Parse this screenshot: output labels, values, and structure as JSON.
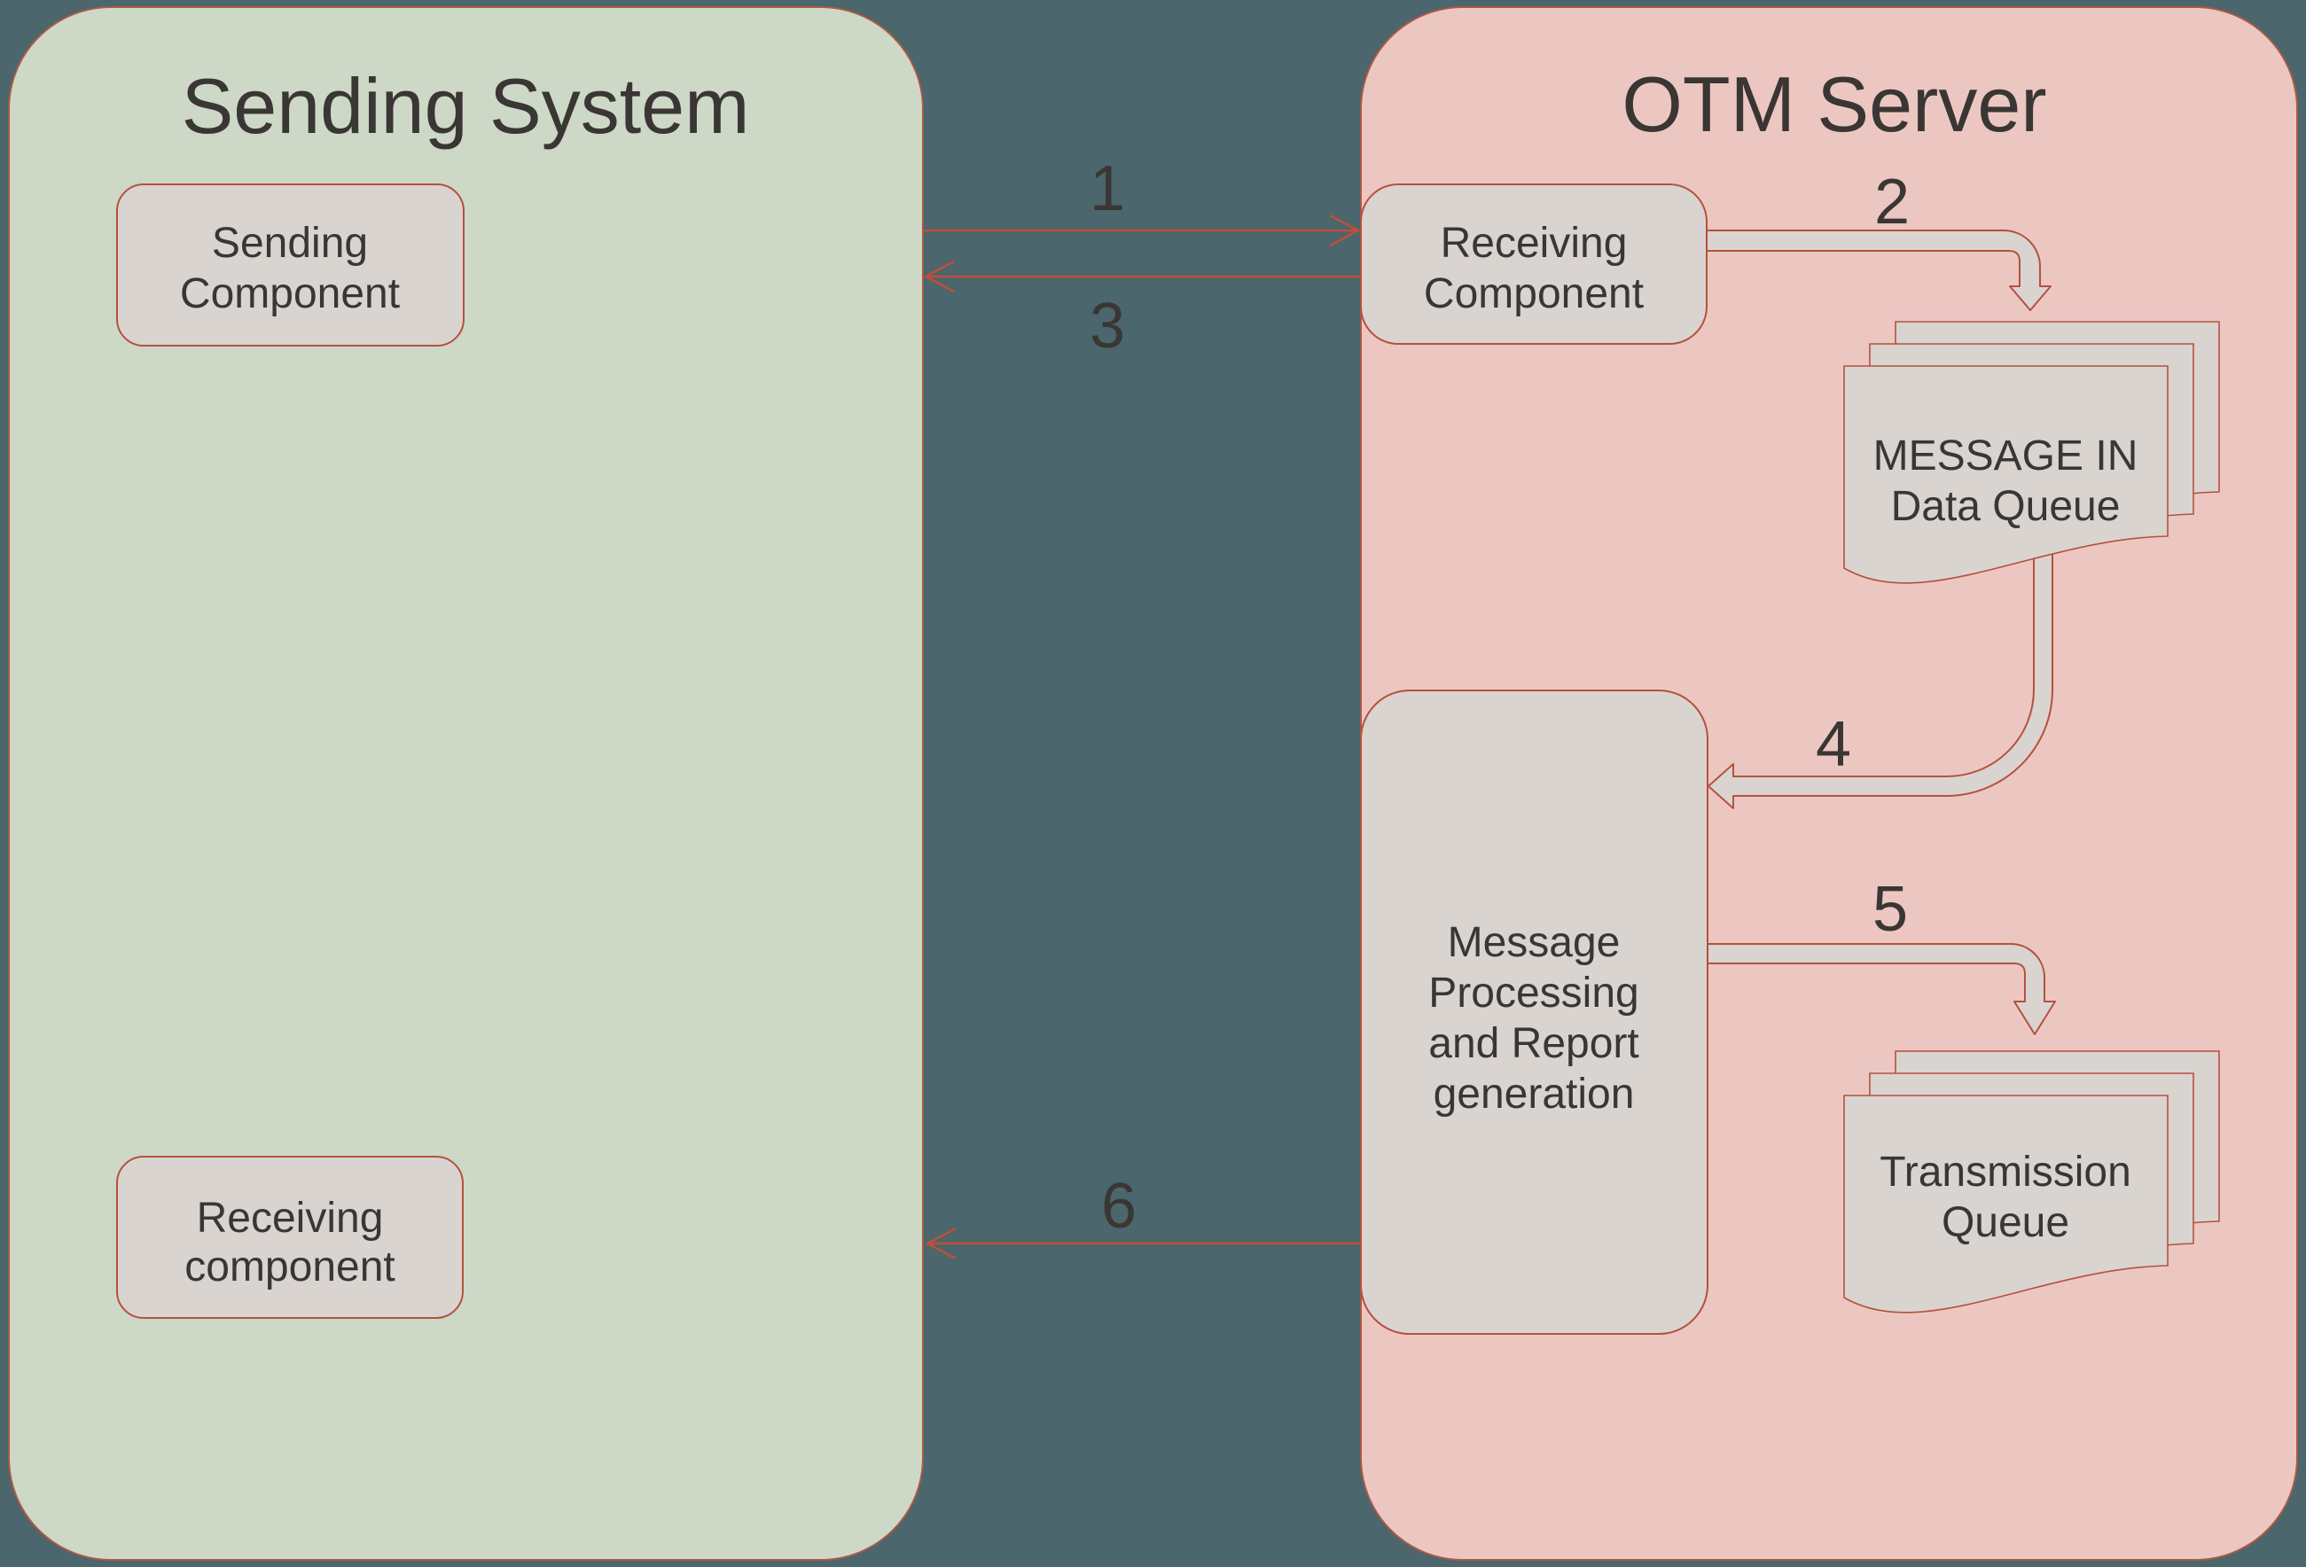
{
  "colors": {
    "background": "#4b666c",
    "panel_green": "#cdd8c6",
    "panel_pink": "#ecc7c2",
    "panel_border": "#a85a46",
    "shape_fill": "#d9d4d0",
    "shape_border": "#b5513d",
    "arrow_line": "#bf4f38",
    "text": "#3a3633"
  },
  "panels": {
    "sending_system": {
      "title": "Sending System"
    },
    "otm_server": {
      "title": "OTM Server"
    }
  },
  "nodes": {
    "sending_component": {
      "lines": [
        "Sending",
        "Component"
      ]
    },
    "receiving_component_top": {
      "lines": [
        "Receiving",
        "Component"
      ]
    },
    "message_in_queue": {
      "lines": [
        "MESSAGE IN",
        "Data Queue"
      ]
    },
    "message_processing": {
      "lines": [
        "Message",
        "Processing",
        "and Report",
        "generation"
      ]
    },
    "transmission_queue": {
      "lines": [
        "Transmission",
        "Queue"
      ]
    },
    "receiving_component_bottom": {
      "lines": [
        "Receiving",
        "component"
      ]
    }
  },
  "steps": {
    "step1": "1",
    "step2": "2",
    "step3": "3",
    "step4": "4",
    "step5": "5",
    "step6": "6"
  }
}
